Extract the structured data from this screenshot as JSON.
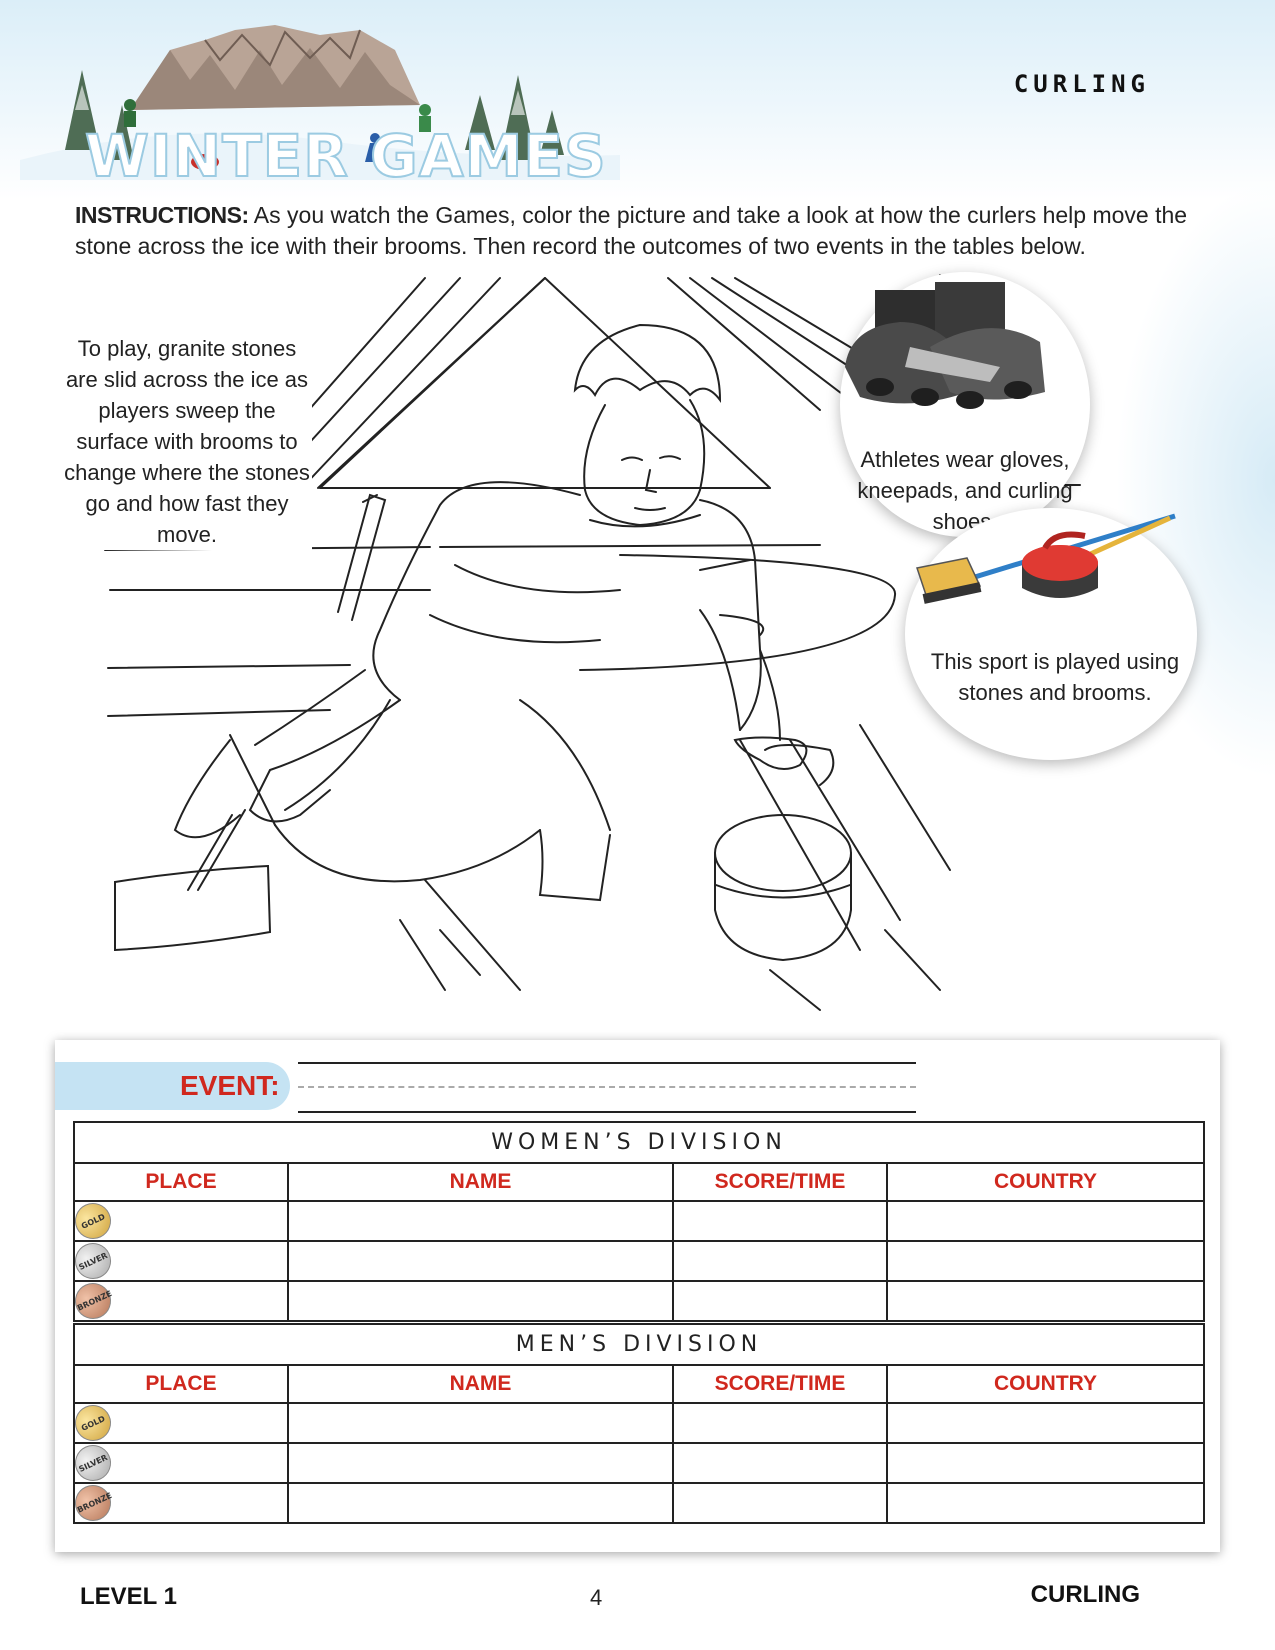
{
  "header": {
    "logo_text": "WINTER GAMES",
    "topic": "CURLING"
  },
  "instructions": {
    "lead": "INSTRUCTIONS:",
    "text": " As you watch the Games, color the picture and take a look at how the curlers help move the stone across the ice with their brooms. Then record the outcomes of two events in the tables below."
  },
  "facts": {
    "play": "To play, granite stones are slid across the ice as players sweep the surface with brooms to change where the stones go and how fast they move.",
    "gear": "Athletes wear gloves, kneepads, and curling shoes.",
    "equipment": "This sport is played using stones and brooms."
  },
  "results": {
    "event_label": "EVENT:",
    "columns": [
      "PLACE",
      "NAME",
      "SCORE/TIME",
      "COUNTRY"
    ],
    "medals": [
      "GOLD",
      "SILVER",
      "BRONZE"
    ],
    "women_title": "WOMEN’S DIVISION",
    "men_title": "MEN’S DIVISION"
  },
  "footer": {
    "level": "LEVEL 1",
    "page_number": "4",
    "topic": "CURLING"
  },
  "colors": {
    "accent_red": "#d0281e",
    "event_pill": "#c5e3f3",
    "sky_wash": "#dbeef8"
  }
}
